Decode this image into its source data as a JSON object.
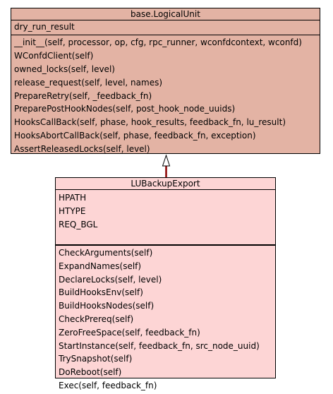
{
  "base_class": {
    "name": "base.LogicalUnit",
    "attributes": [
      "dry_run_result"
    ],
    "methods": [
      "__init__(self, processor, op, cfg, rpc_runner, wconfdcontext, wconfd)",
      "WConfdClient(self)",
      "owned_locks(self, level)",
      "release_request(self, level, names)",
      "PrepareRetry(self, _feedback_fn)",
      "PreparePostHookNodes(self, post_hook_node_uuids)",
      "HooksCallBack(self, phase, hook_results, feedback_fn, lu_result)",
      "HooksAbortCallBack(self, phase, feedback_fn, exception)",
      "AssertReleasedLocks(self, level)"
    ]
  },
  "derived_class": {
    "name": "LUBackupExport",
    "attributes": [
      "HPATH",
      "HTYPE",
      "REQ_BGL"
    ],
    "methods": [
      "CheckArguments(self)",
      "ExpandNames(self)",
      "DeclareLocks(self, level)",
      "BuildHooksEnv(self)",
      "BuildHooksNodes(self)",
      "CheckPrereq(self)",
      "ZeroFreeSpace(self, feedback_fn)",
      "StartInstance(self, feedback_fn, src_node_uuid)",
      "TrySnapshot(self)",
      "DoReboot(self)",
      "Exec(self, feedback_fn)"
    ]
  },
  "colors": {
    "base_fill": "#e3b3a4",
    "derived_fill": "#fdd5d5",
    "arrow": "#8b0000"
  }
}
